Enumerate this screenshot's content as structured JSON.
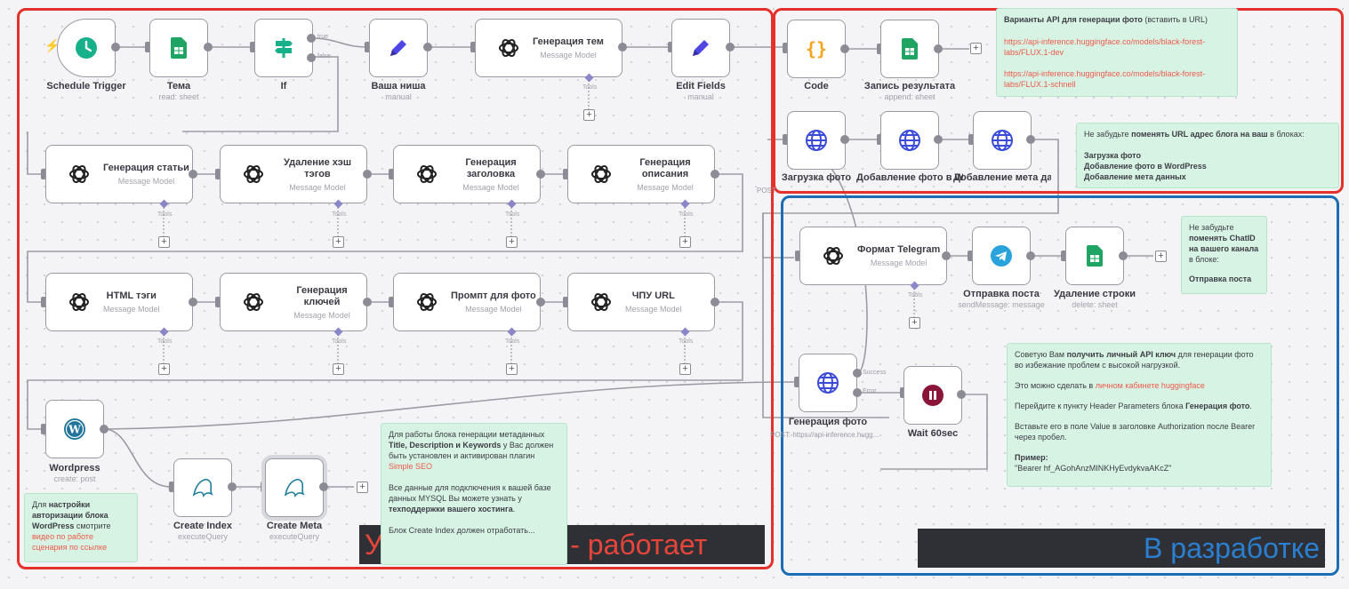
{
  "groups": {
    "configured_banner": "Уже настроено - работает",
    "in_development_banner": "В разработке"
  },
  "nodes": {
    "schedule_trigger": {
      "title": "Schedule Trigger"
    },
    "tema": {
      "title": "Тема",
      "subtitle": "read: sheet"
    },
    "if": {
      "title": "If",
      "out_true": "true",
      "out_false": "false"
    },
    "vasha_nisha": {
      "title": "Ваша ниша",
      "subtitle": "manual"
    },
    "generatsiya_tem": {
      "title": "Генерация тем",
      "subtitle": "Message Model"
    },
    "edit_fields": {
      "title": "Edit Fields",
      "subtitle": "manual"
    },
    "code": {
      "title": "Code"
    },
    "zapis_rezultata": {
      "title": "Запись результата",
      "subtitle": "append: sheet"
    },
    "zagruzka_foto": {
      "title": "Загрузка фото"
    },
    "dobavlenie_foto": {
      "title": "Добавление фото в WordPress"
    },
    "dobavlenie_meta": {
      "title": "Добавление мета данных"
    },
    "generatsiya_stati": {
      "title": "Генерация статьи",
      "subtitle": "Message Model"
    },
    "udalenie_hesh": {
      "title": "Удаление хэш тэгов",
      "subtitle": "Message Model"
    },
    "generatsiya_zagolovka": {
      "title": "Генерация заголовка",
      "subtitle": "Message Model"
    },
    "generatsiya_opisaniya": {
      "title": "Генерация описания",
      "subtitle": "Message Model"
    },
    "html_tegi": {
      "title": "HTML тэги",
      "subtitle": "Message Model"
    },
    "generatsiya_klyuchei": {
      "title": "Генерация ключей",
      "subtitle": "Message Model"
    },
    "prompt_foto": {
      "title": "Промпт для фото",
      "subtitle": "Message Model"
    },
    "chpu_url": {
      "title": "ЧПУ URL",
      "subtitle": "Message Model"
    },
    "wordpress": {
      "title": "Wordpress",
      "subtitle": "create: post"
    },
    "create_index": {
      "title": "Create Index",
      "subtitle": "executeQuery"
    },
    "create_meta": {
      "title": "Create Meta",
      "subtitle": "executeQuery"
    },
    "format_telegram": {
      "title": "Формат Telegram",
      "subtitle": "Message Model"
    },
    "otpravka_posta": {
      "title": "Отправка поста",
      "subtitle": "sendMessage: message"
    },
    "udalenie_stroki": {
      "title": "Удаление строки",
      "subtitle": "delete: sheet"
    },
    "generatsiya_foto": {
      "title": "Генерация фото",
      "subtitle": "POST: https://api-inference.hugg...",
      "out_success": "Success",
      "out_error": "Error"
    },
    "wait": {
      "title": "Wait 60sec"
    }
  },
  "labels": {
    "tools": "Tools",
    "add": "+",
    "trunc_post": "POST",
    "trunc_post2": "POST"
  },
  "notes": {
    "api_variants": {
      "title": "Варианты API для генерации фото",
      "title_suffix": " (вставить в URL)",
      "url1": "https://api-inference.huggingface.co/models/black-forest-labs/FLUX.1-dev",
      "url2": "https://api-inference.huggingface.co/models/black-forest-labs/FLUX.1-schnell"
    },
    "blog_url": {
      "line1_pre": "Не забудьте ",
      "line1_bold": "поменять URL адрес блога на ваш",
      "line1_post": " в блоках:",
      "item1": "Загрузка фото",
      "item2": "Добавление фото в WordPress",
      "item3": "Добавление мета данных"
    },
    "chat_id": {
      "line1": "Не забудьте",
      "line2": "поменять ChatID на вашего канала",
      "line3": "в блоке:",
      "item": "Отправка поста"
    },
    "api_key": {
      "p1_pre": "Советую Вам ",
      "p1_bold": "получить личный API ключ",
      "p1_post": " для генерации фото во избежание проблем с высокой нагрузкой.",
      "p2_pre": "Это можно сделать в ",
      "p2_link": "личном кабинете huggingface",
      "p3_pre": "Перейдите к пункту Header Parameters блока ",
      "p3_bold": "Генерация фото",
      "p3_post": ".",
      "p4": "Вставьте его в поле Value в заголовке Authorization после Bearer через пробел.",
      "p5_bold": "Пример:",
      "p6": "\"Bearer hf_AGohAnzMINKHyEvdykvaAKcZ\""
    },
    "wordpress_auth": {
      "pre": "Для ",
      "bold": "настройки авторизации блока",
      "mid_bold": "WordPress",
      "post": " смотрите",
      "link": "видео по работе сценария по ссылке"
    },
    "seo": {
      "p1_pre": "Для работы блока генерации метаданных ",
      "p1_bold": "Title, Description и Keywords",
      "p1_post": " у Вас должен быть установлен и активирован плагин",
      "p1_link": "Simple SEO",
      "p2_pre": "Все данные для подключения к вашей базе данных MYSQL Вы можете узнать у ",
      "p2_bold": "техподдержки вашего хостинга",
      "p2_post": ".",
      "p3": "Блок Create Index должен отработать..."
    }
  },
  "colors": {
    "red_group": "#e5312b",
    "blue_group": "#1b6db4",
    "banner_bg": "#2f3035",
    "banner_red_text": "#e8453a",
    "banner_blue_text": "#2a7fd0",
    "note_bg": "#d6f3e4",
    "tools_diamond": "#8a87c9"
  }
}
